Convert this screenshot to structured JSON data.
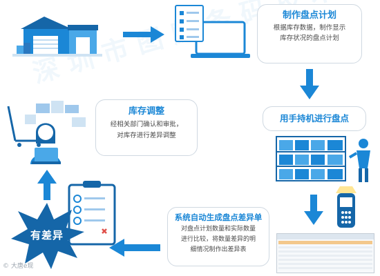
{
  "watermark": "深圳市图麟条码技术有限公司",
  "steps": {
    "plan": {
      "title": "制作盘点计划",
      "lines": [
        "根据库存数据，制作显示",
        "库存状况的盘点计划"
      ]
    },
    "scan": {
      "title": "用手持机进行盘点"
    },
    "report": {
      "title": "系统自动生成盘点差异单",
      "lines": [
        "对盘点计划数量和实际数量",
        "进行比较，将数量差异的明",
        "细情况制作出差异表"
      ]
    },
    "adjust": {
      "title": "库存调整",
      "lines": [
        "经相关部门确认和审批，",
        "对库存进行差异调整"
      ]
    }
  },
  "badge": {
    "text": "有差异"
  },
  "credit": {
    "text": "© 大唐e现"
  },
  "colors": {
    "primary": "#1b87d6",
    "dark": "#1566a8",
    "light": "#4aa8e8",
    "border": "#cfd8e1"
  }
}
